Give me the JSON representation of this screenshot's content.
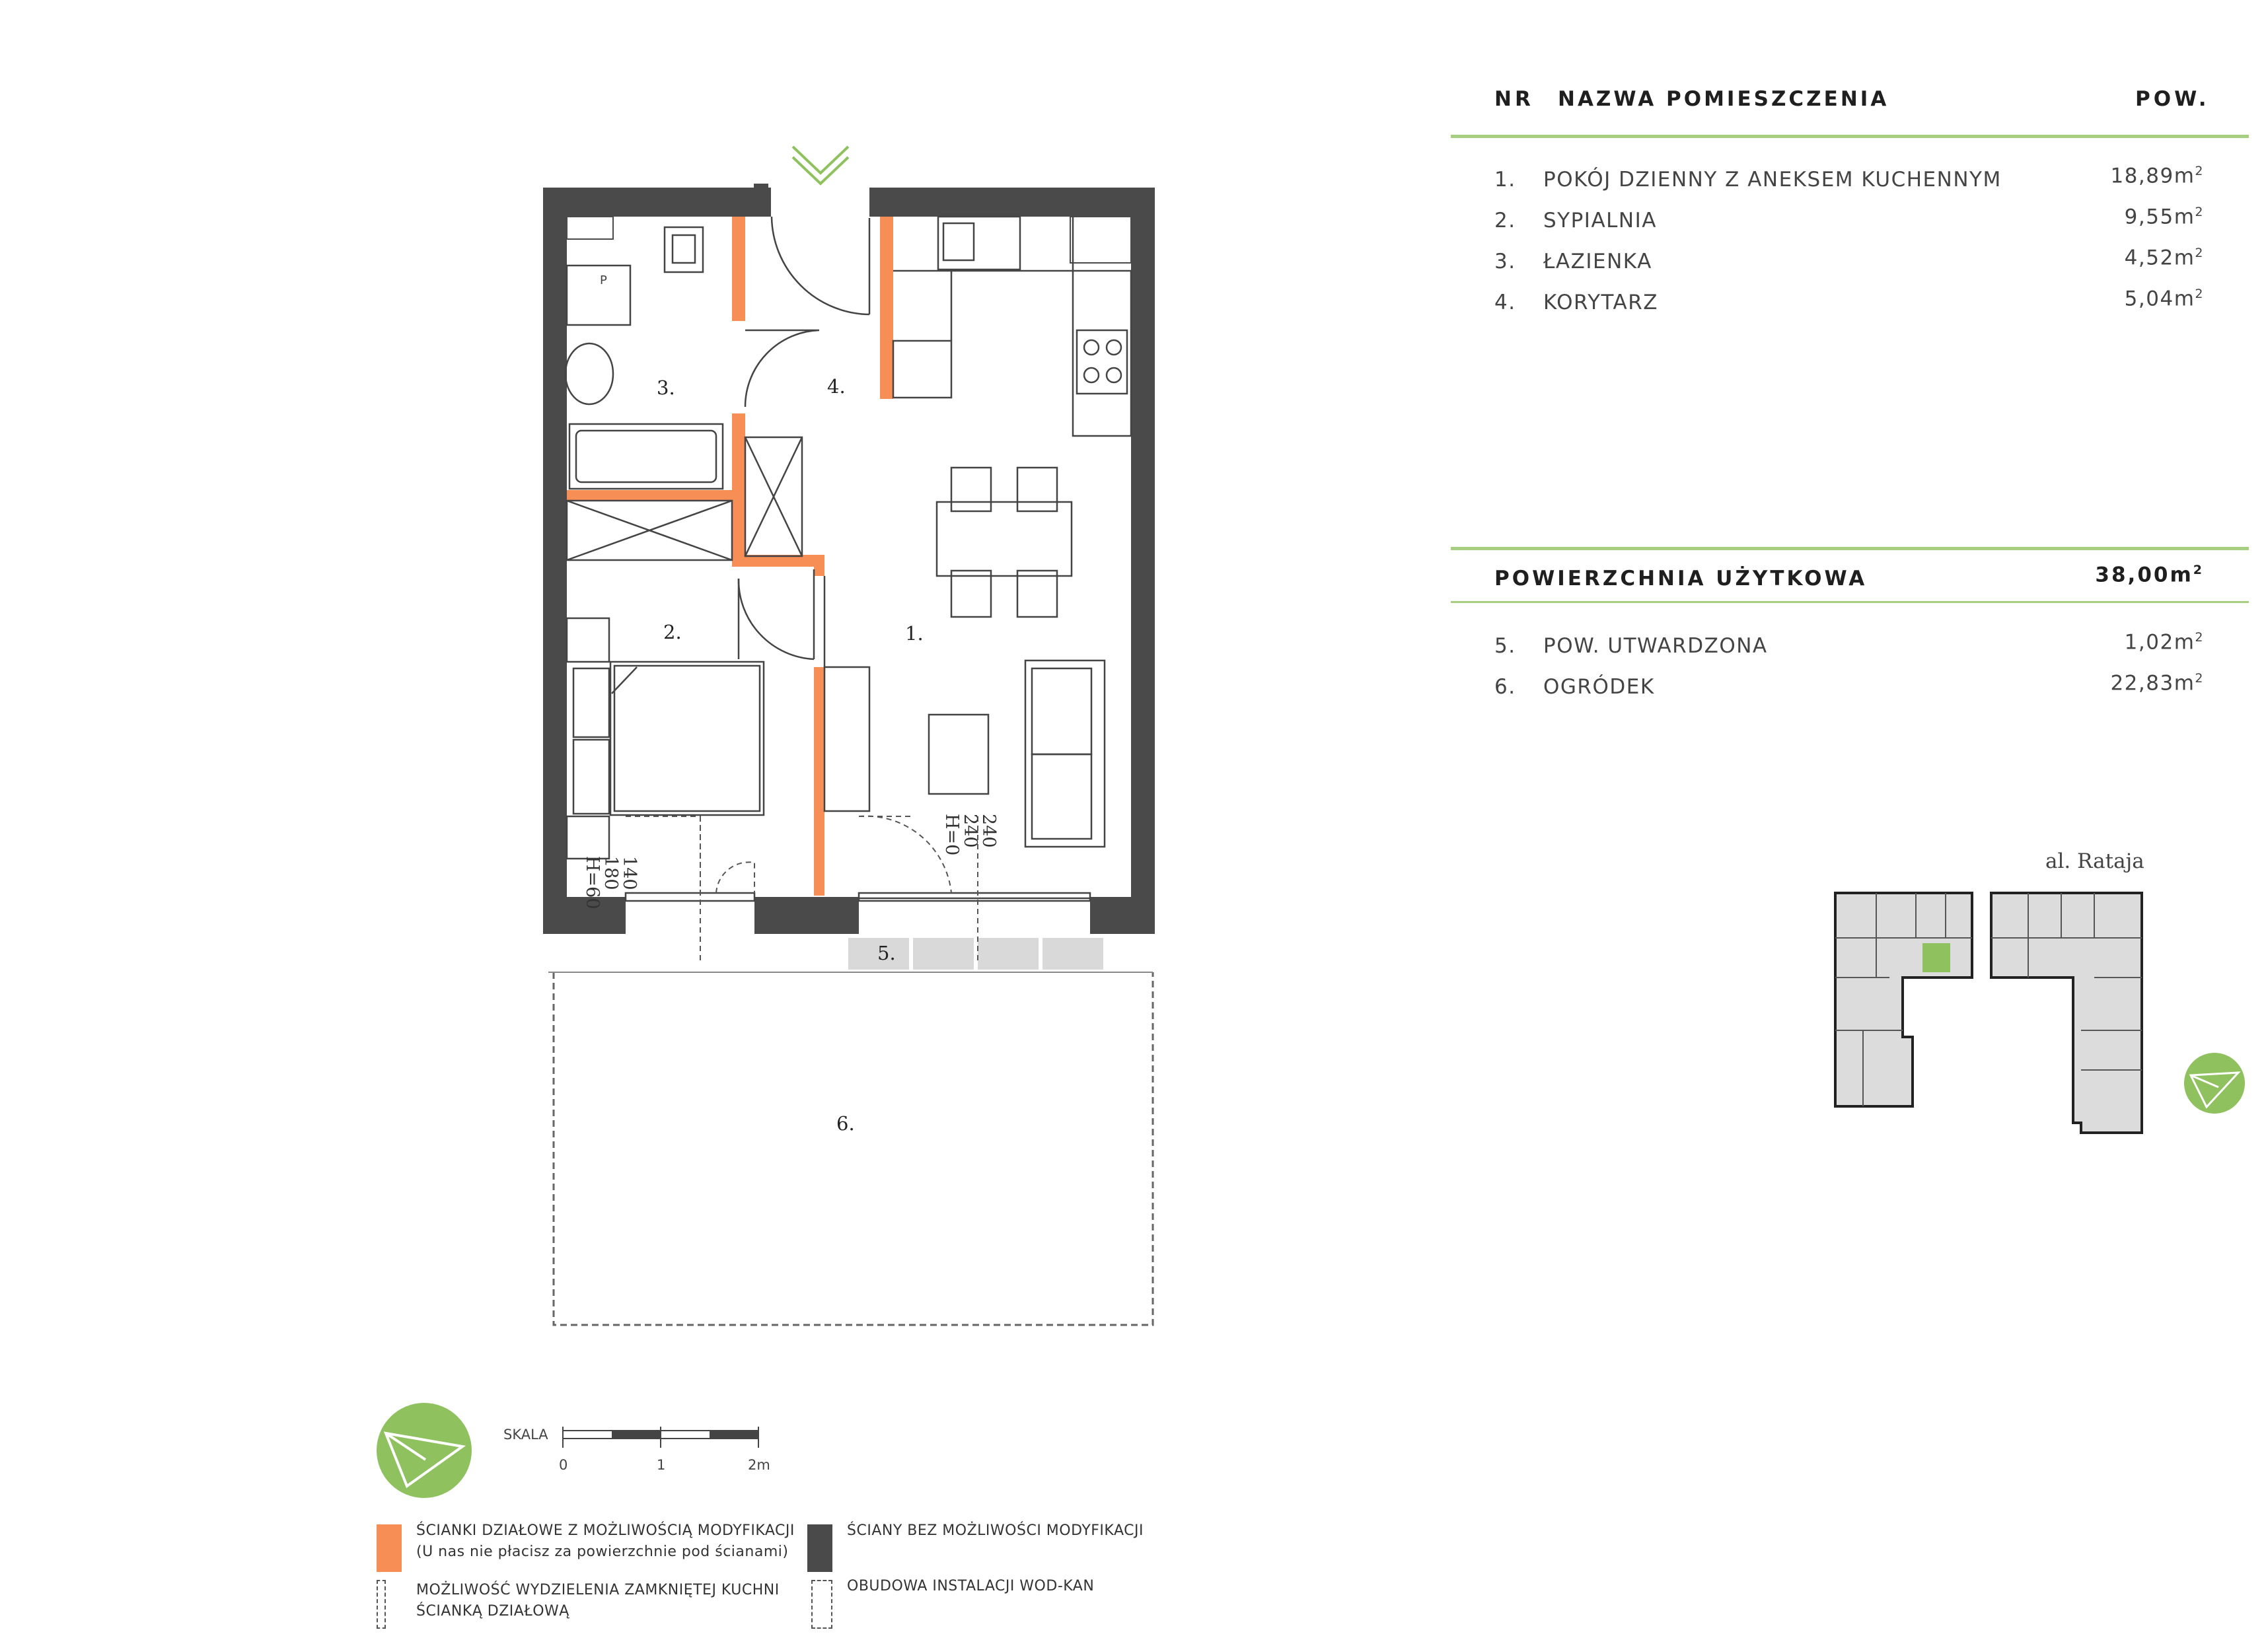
{
  "table": {
    "head_nr": "NR",
    "head_name": "NAZWA POMIESZCZENIA",
    "head_area": "POW.",
    "rooms": [
      {
        "nr": "1.",
        "name": "POKÓJ DZIENNY Z ANEKSEM KUCHENNYM",
        "area": "18,89m",
        "unit_exp": "2"
      },
      {
        "nr": "2.",
        "name": "SYPIALNIA",
        "area": "9,55m",
        "unit_exp": "2"
      },
      {
        "nr": "3.",
        "name": "ŁAZIENKA",
        "area": "4,52m",
        "unit_exp": "2"
      },
      {
        "nr": "4.",
        "name": "KORYTARZ",
        "area": "5,04m",
        "unit_exp": "2"
      }
    ],
    "usable_label": "POWIERZCHNIA UŻYTKOWA",
    "usable_value": "38,00m",
    "usable_exp": "2",
    "extras": [
      {
        "nr": "5.",
        "name": "POW. UTWARDZONA",
        "area": "1,02m",
        "unit_exp": "2"
      },
      {
        "nr": "6.",
        "name": "OGRÓDEK",
        "area": "22,83m",
        "unit_exp": "2"
      }
    ]
  },
  "plan": {
    "room_labels": [
      "1.",
      "2.",
      "3.",
      "4.",
      "5.",
      "6."
    ],
    "dims_left": [
      "140",
      "180",
      "H=60"
    ],
    "dims_right": [
      "240",
      "240",
      "H=0"
    ],
    "appliance_letter_p": "P"
  },
  "site": {
    "street": "al. Rataja"
  },
  "scale": {
    "label": "SKALA",
    "ticks": [
      "0",
      "1",
      "2m"
    ]
  },
  "legend": {
    "item1_line1": "ŚCIANKI DZIAŁOWE Z MOŻLIWOŚCIĄ MODYFIKACJI",
    "item1_line2": "(U nas nie płacisz za powierzchnie pod ścianami)",
    "item2": "ŚCIANY BEZ MOŻLIWOŚCI MODYFIKACJI",
    "item3_line1": "MOŻLIWOŚĆ WYDZIELENIA ZAMKNIĘTEJ KUCHNI",
    "item3_line2": "ŚCIANKĄ DZIAŁOWĄ",
    "item4": "OBUDOWA INSTALACJI WOD-KAN"
  },
  "colors": {
    "wall_fixed": "#4a4a4a",
    "wall_partition": "#f68e55",
    "accent_green": "#8fc15e",
    "rule_green": "#a6cf7f"
  },
  "icons": [
    "north-arrow-icon",
    "entrance-chevron-icon",
    "compass-small-icon"
  ]
}
